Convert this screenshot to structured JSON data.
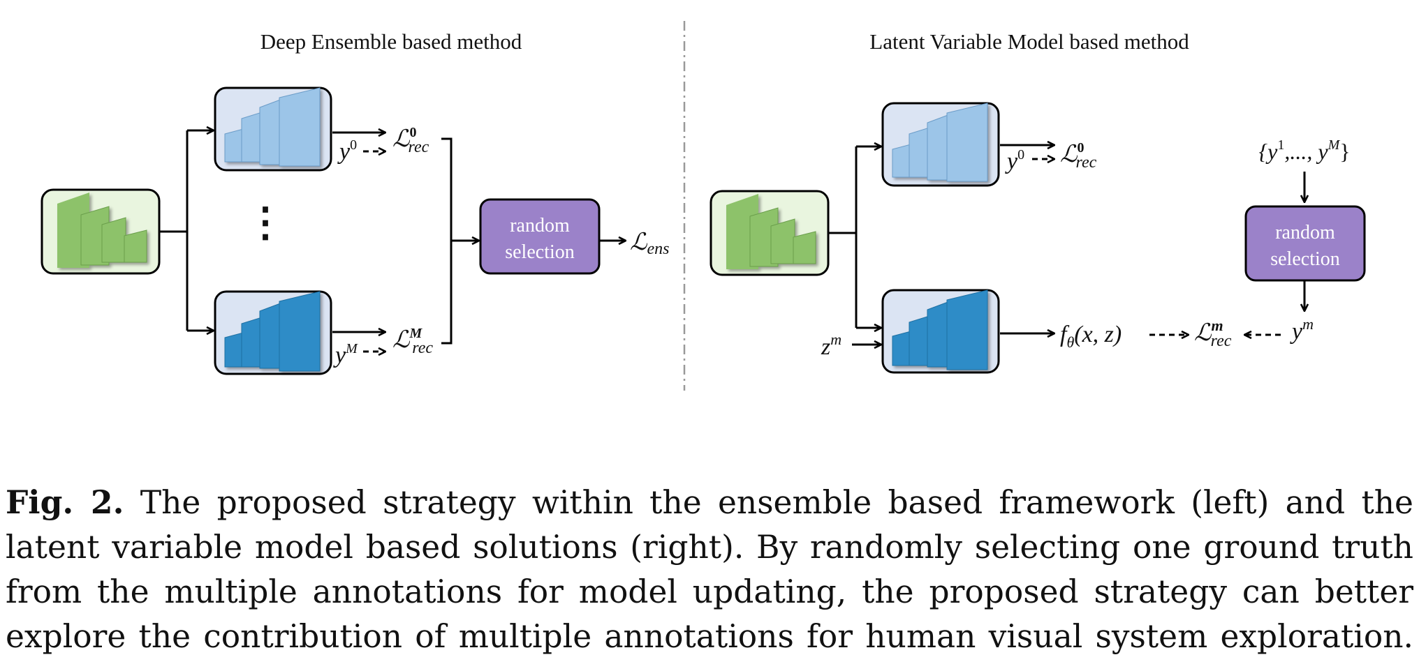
{
  "left_panel": {
    "title": "Deep Ensemble based method",
    "ellipsis": "⋮",
    "selection_box": {
      "line1": "random",
      "line2": "selection"
    },
    "labels": {
      "y_top": "y",
      "y_top_sup": "0",
      "loss_top": "ℒ",
      "loss_top_sup": "0",
      "loss_top_sub": "rec",
      "y_bottom": "y",
      "y_bottom_sup": "M",
      "loss_bottom": "ℒ",
      "loss_bottom_sup": "M",
      "loss_bottom_sub": "rec",
      "loss_ens": "ℒ",
      "loss_ens_sub": "ens"
    }
  },
  "right_panel": {
    "title": "Latent Variable Model based method",
    "selection_box": {
      "line1": "random",
      "line2": "selection"
    },
    "labels": {
      "y_top": "y",
      "y_top_sup": "0",
      "loss_top": "ℒ",
      "loss_top_sup": "0",
      "loss_top_sub": "rec",
      "z": "z",
      "z_sup": "m",
      "f_theta": "f",
      "f_theta_sub": "θ",
      "f_args": "(x, z)",
      "loss_m": "ℒ",
      "loss_m_sup": "m",
      "loss_m_sub": "rec",
      "y_m": "y",
      "y_m_sup": "m",
      "set_open": "{y",
      "set_sup1": "1",
      "set_mid": ",..., y",
      "set_supM": "M",
      "set_close": "}"
    }
  },
  "caption": {
    "fig_label": "Fig. 2.",
    "line1": "The proposed strategy within the ensemble based framework (left) and the",
    "line2": "latent variable model based solutions (right). By randomly selecting one ground truth",
    "line3": "from the multiple annotations for model updating, the proposed strategy can better",
    "line4": "explore the contribution of multiple annotations for human visual system exploration."
  },
  "colors": {
    "green_fill": "#e9f5df",
    "green_slab": "#8dc26a",
    "blue_fill": "#dbe4f3",
    "light_blue_slab": "#9cc5e8",
    "dark_blue_slab": "#2f8cc7",
    "purple": "#9b82c9",
    "divider": "#999999"
  }
}
